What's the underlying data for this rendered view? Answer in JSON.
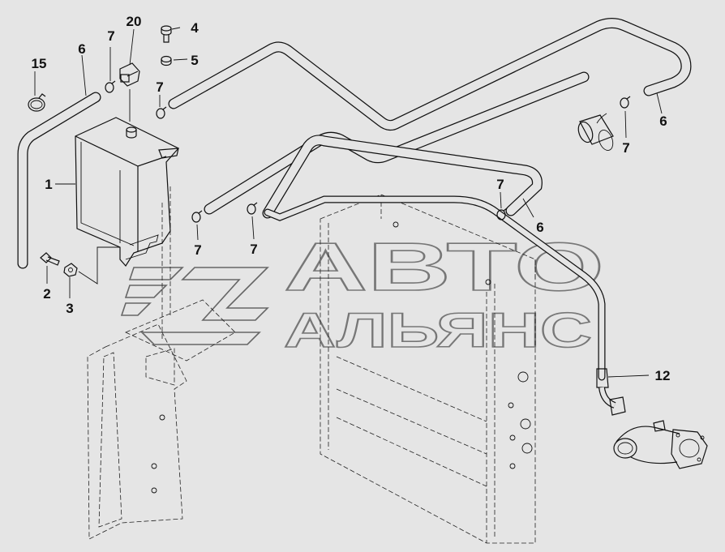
{
  "watermark": {
    "line1": "АВТО",
    "line2": "АЛЬЯНС"
  },
  "callouts": [
    {
      "key": "p1",
      "label": "1"
    },
    {
      "key": "p2",
      "label": "2"
    },
    {
      "key": "p3",
      "label": "3"
    },
    {
      "key": "p4",
      "label": "4"
    },
    {
      "key": "p5",
      "label": "5"
    },
    {
      "key": "p6a",
      "label": "6"
    },
    {
      "key": "p6b",
      "label": "6"
    },
    {
      "key": "p6c",
      "label": "6"
    },
    {
      "key": "p7a",
      "label": "7"
    },
    {
      "key": "p7b",
      "label": "7"
    },
    {
      "key": "p7c",
      "label": "7"
    },
    {
      "key": "p7d",
      "label": "7"
    },
    {
      "key": "p7e",
      "label": "7"
    },
    {
      "key": "p7f",
      "label": "7"
    },
    {
      "key": "p12",
      "label": "12"
    },
    {
      "key": "p15",
      "label": "15"
    },
    {
      "key": "p20",
      "label": "20"
    }
  ]
}
